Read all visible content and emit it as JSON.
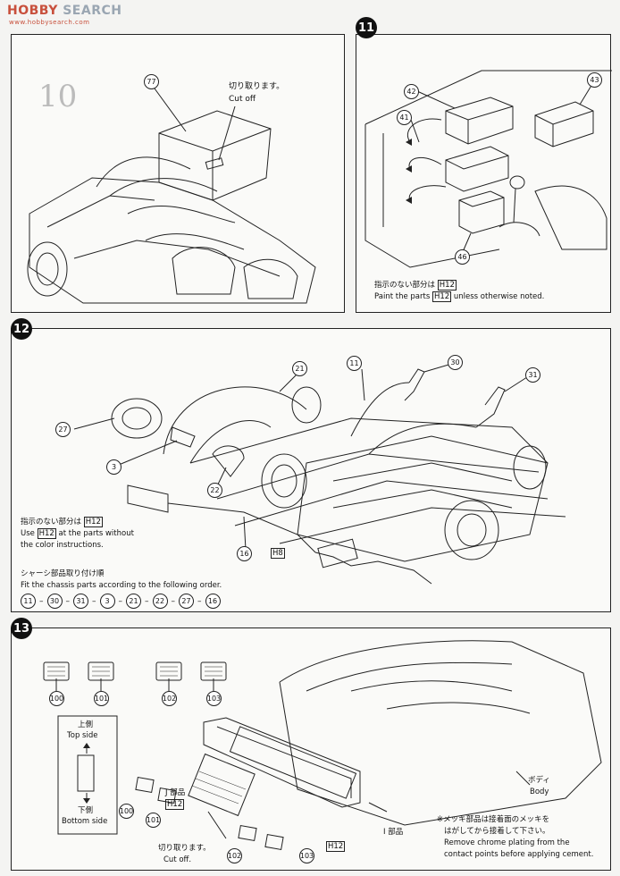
{
  "watermark": {
    "brand_a": "HOBBY",
    "brand_b": "SEARCH",
    "site": "www.hobbysearch.com"
  },
  "step10": {
    "number": "10",
    "part_77": "77",
    "cut_jp": "切り取ります。",
    "cut_en": "Cut off"
  },
  "step11": {
    "number": "11",
    "parts": [
      "42",
      "41",
      "43",
      "46"
    ],
    "note_jp": "指示のない部分は",
    "note_jp_code": "H12",
    "note_en_a": "Paint the parts",
    "note_en_code": "H12",
    "note_en_b": "unless otherwise noted."
  },
  "step12": {
    "number": "12",
    "parts": [
      "21",
      "11",
      "30",
      "31",
      "27",
      "3",
      "22",
      "16"
    ],
    "part16_code": "H8",
    "note_jp": "指示のない部分は",
    "note_jp_code": "H12",
    "note_en_line1_a": "Use",
    "note_en_line1_code": "H12",
    "note_en_line1_b": "at the parts without",
    "note_en_line2": "the color instructions.",
    "order_jp": "シャーシ部品取り付け順",
    "order_en": "Fit the chassis parts according to the following order.",
    "order": [
      "11",
      "30",
      "31",
      "3",
      "21",
      "22",
      "27",
      "16"
    ]
  },
  "step13": {
    "number": "13",
    "lenses": [
      "100",
      "101",
      "102",
      "103"
    ],
    "top_side": "Top side",
    "top_jp": "上側",
    "bottom_side": "Bottom side",
    "bottom_jp": "下側",
    "j_part_jp": "J 部品",
    "j_code": "H12",
    "i_part_jp": "I 部品",
    "i_code": "H12",
    "cut_jp": "切り取ります。",
    "cut_en": "Cut off.",
    "body_jp": "ボディ",
    "body_en": "Body",
    "chrome_jp_1": "※メッキ部品は接着面のメッキを",
    "chrome_jp_2": "はがしてから接着して下さい。",
    "chrome_en_1": "Remove chrome plating from the",
    "chrome_en_2": "contact points before applying cement."
  }
}
